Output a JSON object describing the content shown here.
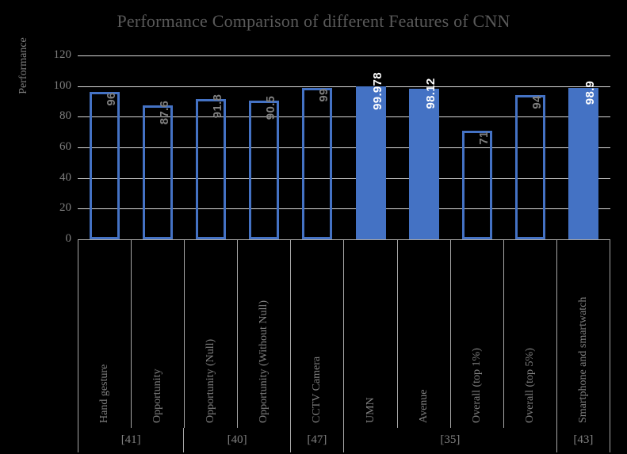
{
  "chart_data": {
    "type": "bar",
    "title": "Performance Comparison of different Features of CNN",
    "xlabel": "",
    "ylabel": "Performance",
    "ylim": [
      0,
      120
    ],
    "yticks": [
      120,
      100,
      80,
      60,
      40,
      20,
      0
    ],
    "grid": true,
    "legend": "none",
    "categories": [
      "Hand gesture",
      "Opportunity",
      "Opportunity (Null)",
      "Opportunity (Without Null)",
      "CCTV Camera",
      "UMN",
      "Avenue",
      "Overall (top 1%)",
      "Overall (top 5%)",
      "Smartphone and smartwatch"
    ],
    "values": [
      96,
      87.6,
      91.8,
      90.5,
      99,
      99.978,
      98.12,
      71,
      94,
      98.9
    ],
    "value_labels": [
      "96",
      "87.6",
      "91.8",
      "90.5",
      "99",
      "99.978",
      "98.12",
      "71",
      "94",
      "98.9"
    ],
    "bar_styles": [
      "hollow",
      "hollow",
      "hollow",
      "hollow",
      "hollow",
      "filled",
      "filled",
      "hollow",
      "hollow",
      "filled"
    ],
    "groups": [
      {
        "label": "[41]",
        "span": 2
      },
      {
        "label": "[40]",
        "span": 2
      },
      {
        "label": "[47]",
        "span": 1
      },
      {
        "label": "[35]",
        "span": 4
      },
      {
        "label": "[43]",
        "span": 1
      }
    ],
    "colors": {
      "bar_fill": "#4472C4",
      "bar_outline": "#4472C4",
      "title_text": "#595959",
      "axis_text": "#808080",
      "gridline": "#D9D9D9",
      "axis_line": "#A6A6A6",
      "background": "#000000",
      "label_on_fill": "#FFFFFF",
      "label_on_hollow": "#7F7F7F"
    }
  }
}
